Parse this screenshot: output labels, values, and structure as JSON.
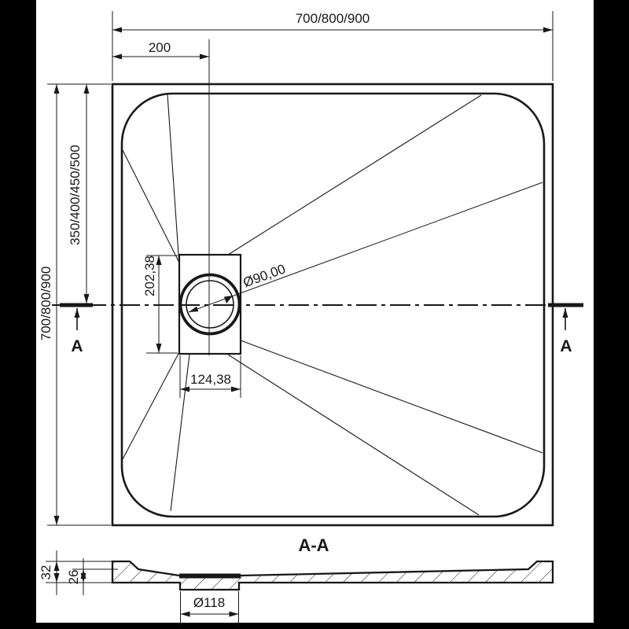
{
  "drawing": {
    "type_label": "shower tray technical drawing",
    "colors": {
      "line": "#181818",
      "paper": "#ffffff",
      "frame": "#000000"
    },
    "top_view": {
      "dim_overall_width": "700/800/900",
      "dim_drain_offset_x": "200",
      "dim_overall_height": "700/800/900",
      "dim_drain_offset_y": "350/400/450/500",
      "dim_drain_box_height": "202,38",
      "dim_drain_box_width": "124,38",
      "dim_drain_diameter": "Ø90,00",
      "cut_marker_left": "A",
      "cut_marker_right": "A"
    },
    "section_view": {
      "title": "A-A",
      "dim_edge_height": "32",
      "dim_base_height": "26",
      "dim_drain_boss_diameter": "Ø118"
    }
  }
}
